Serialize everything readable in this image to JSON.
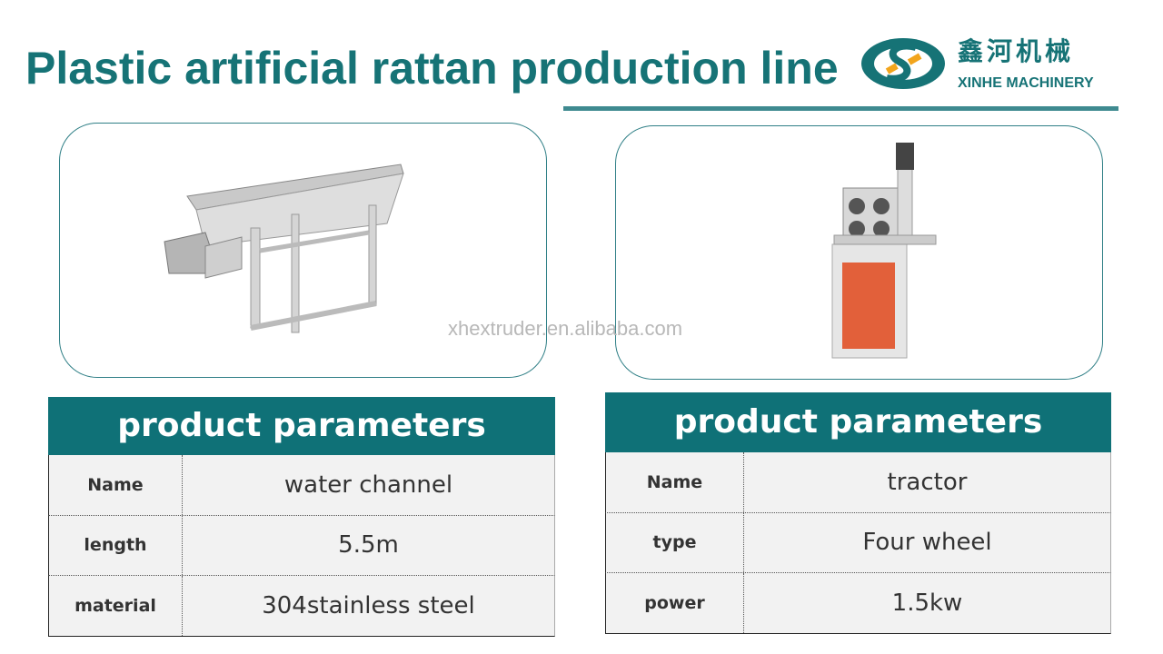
{
  "title": "Plastic artificial rattan production line",
  "logo": {
    "chinese": "鑫河机械",
    "english": "XINHE MACHINERY",
    "colors": {
      "teal": "#167376",
      "orange": "#f2a51c"
    }
  },
  "watermark": "xhextruder.en.alibaba.com",
  "tables": [
    {
      "header": "product parameters",
      "rows": [
        {
          "label": "Name",
          "value": "water channel"
        },
        {
          "label": "length",
          "value": "5.5m"
        },
        {
          "label": "material",
          "value": "304stainless steel"
        }
      ]
    },
    {
      "header": "product parameters",
      "rows": [
        {
          "label": "Name",
          "value": "tractor"
        },
        {
          "label": "type",
          "value": "Four wheel"
        },
        {
          "label": "power",
          "value": "1.5kw"
        }
      ]
    }
  ]
}
